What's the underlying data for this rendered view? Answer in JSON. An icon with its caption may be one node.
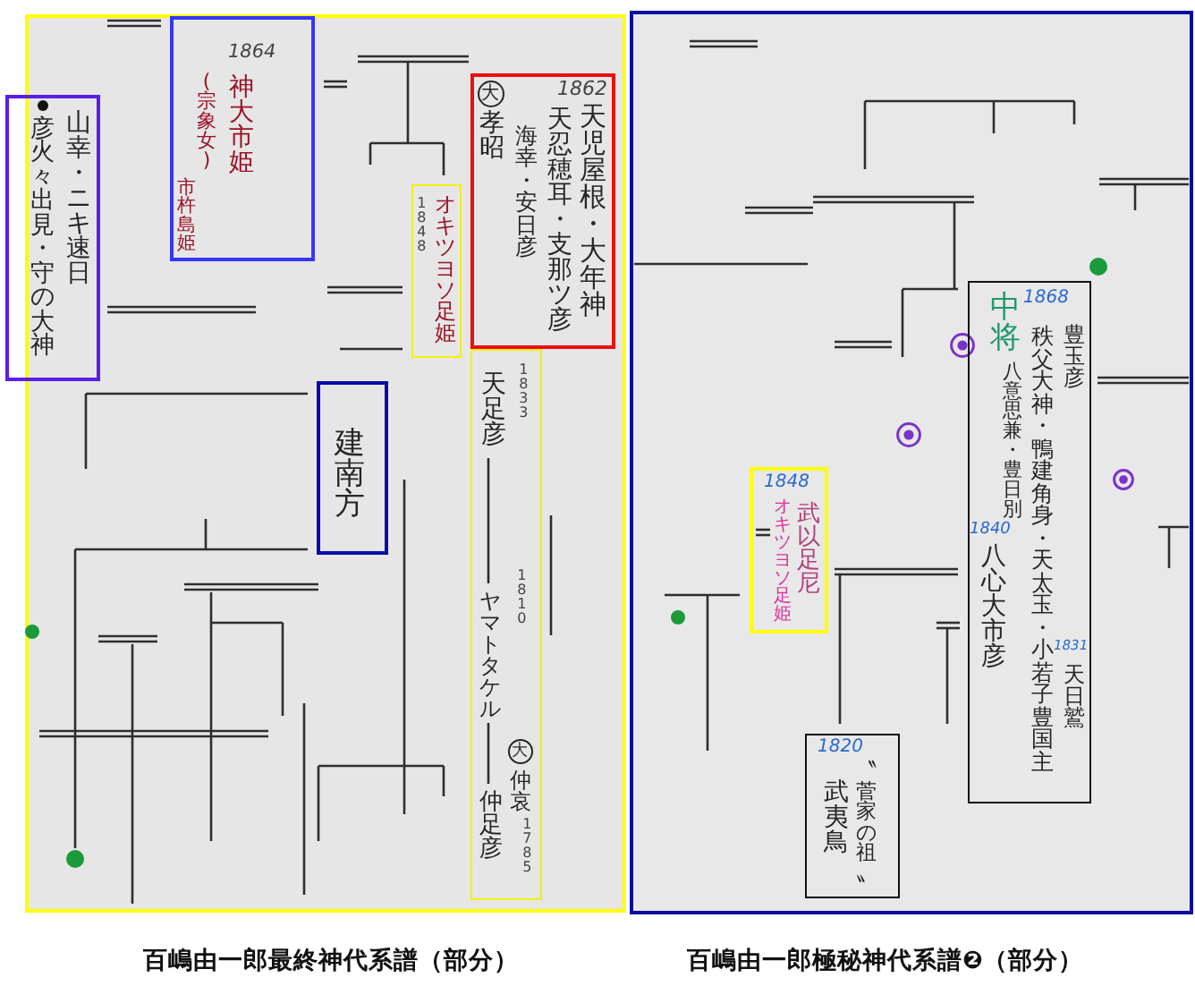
{
  "diagram": {
    "nodes": [
      {
        "text": [],
        "shape": "picture"
      },
      {
        "text": [
          "彦火々出見・守の大神",
          "山幸・ニキ速日"
        ]
      },
      {
        "text": [
          "1864",
          "(宗象女)",
          "神大市姫",
          "市杵島姫"
        ],
        "in": 0
      },
      {
        "text": [
          "大",
          "孝昭",
          "1862",
          "海幸・安日彦",
          "天忍穂耳・支那ツ彦",
          "天児屋根・大年神"
        ],
        "in": 0
      },
      {
        "text": [
          "1848",
          "オキツヨソ足姫"
        ],
        "in": 0
      },
      {
        "text": [
          "建南方"
        ],
        "in": 0
      },
      {
        "text": [
          "天足彦",
          "1833",
          "ヤマトタケル",
          "1810",
          "大",
          "仲足彦",
          "仲哀",
          "1785"
        ],
        "in": 0
      },
      {
        "text": [],
        "shape": "picture"
      },
      {
        "text": [
          "中将",
          "1868",
          "八意思兼・豊日別",
          "1840",
          "八心大市彦",
          "秩父大神・鴨建角身・天太玉・小若子豊国主",
          "豊玉彦",
          "1831",
          "天日鷲"
        ],
        "in": 7
      },
      {
        "text": [
          "1848",
          "オキツヨソ足姫",
          "武以足尼"
        ],
        "in": 7
      },
      {
        "text": [
          "1820",
          "武夷鳥",
          "〝菅家の祖〟"
        ],
        "in": 7
      }
    ],
    "labels": [
      "百嶋由一郎最終神代系譜（部分）",
      "百嶋由一郎極秘神代系譜❷（部分）"
    ]
  }
}
